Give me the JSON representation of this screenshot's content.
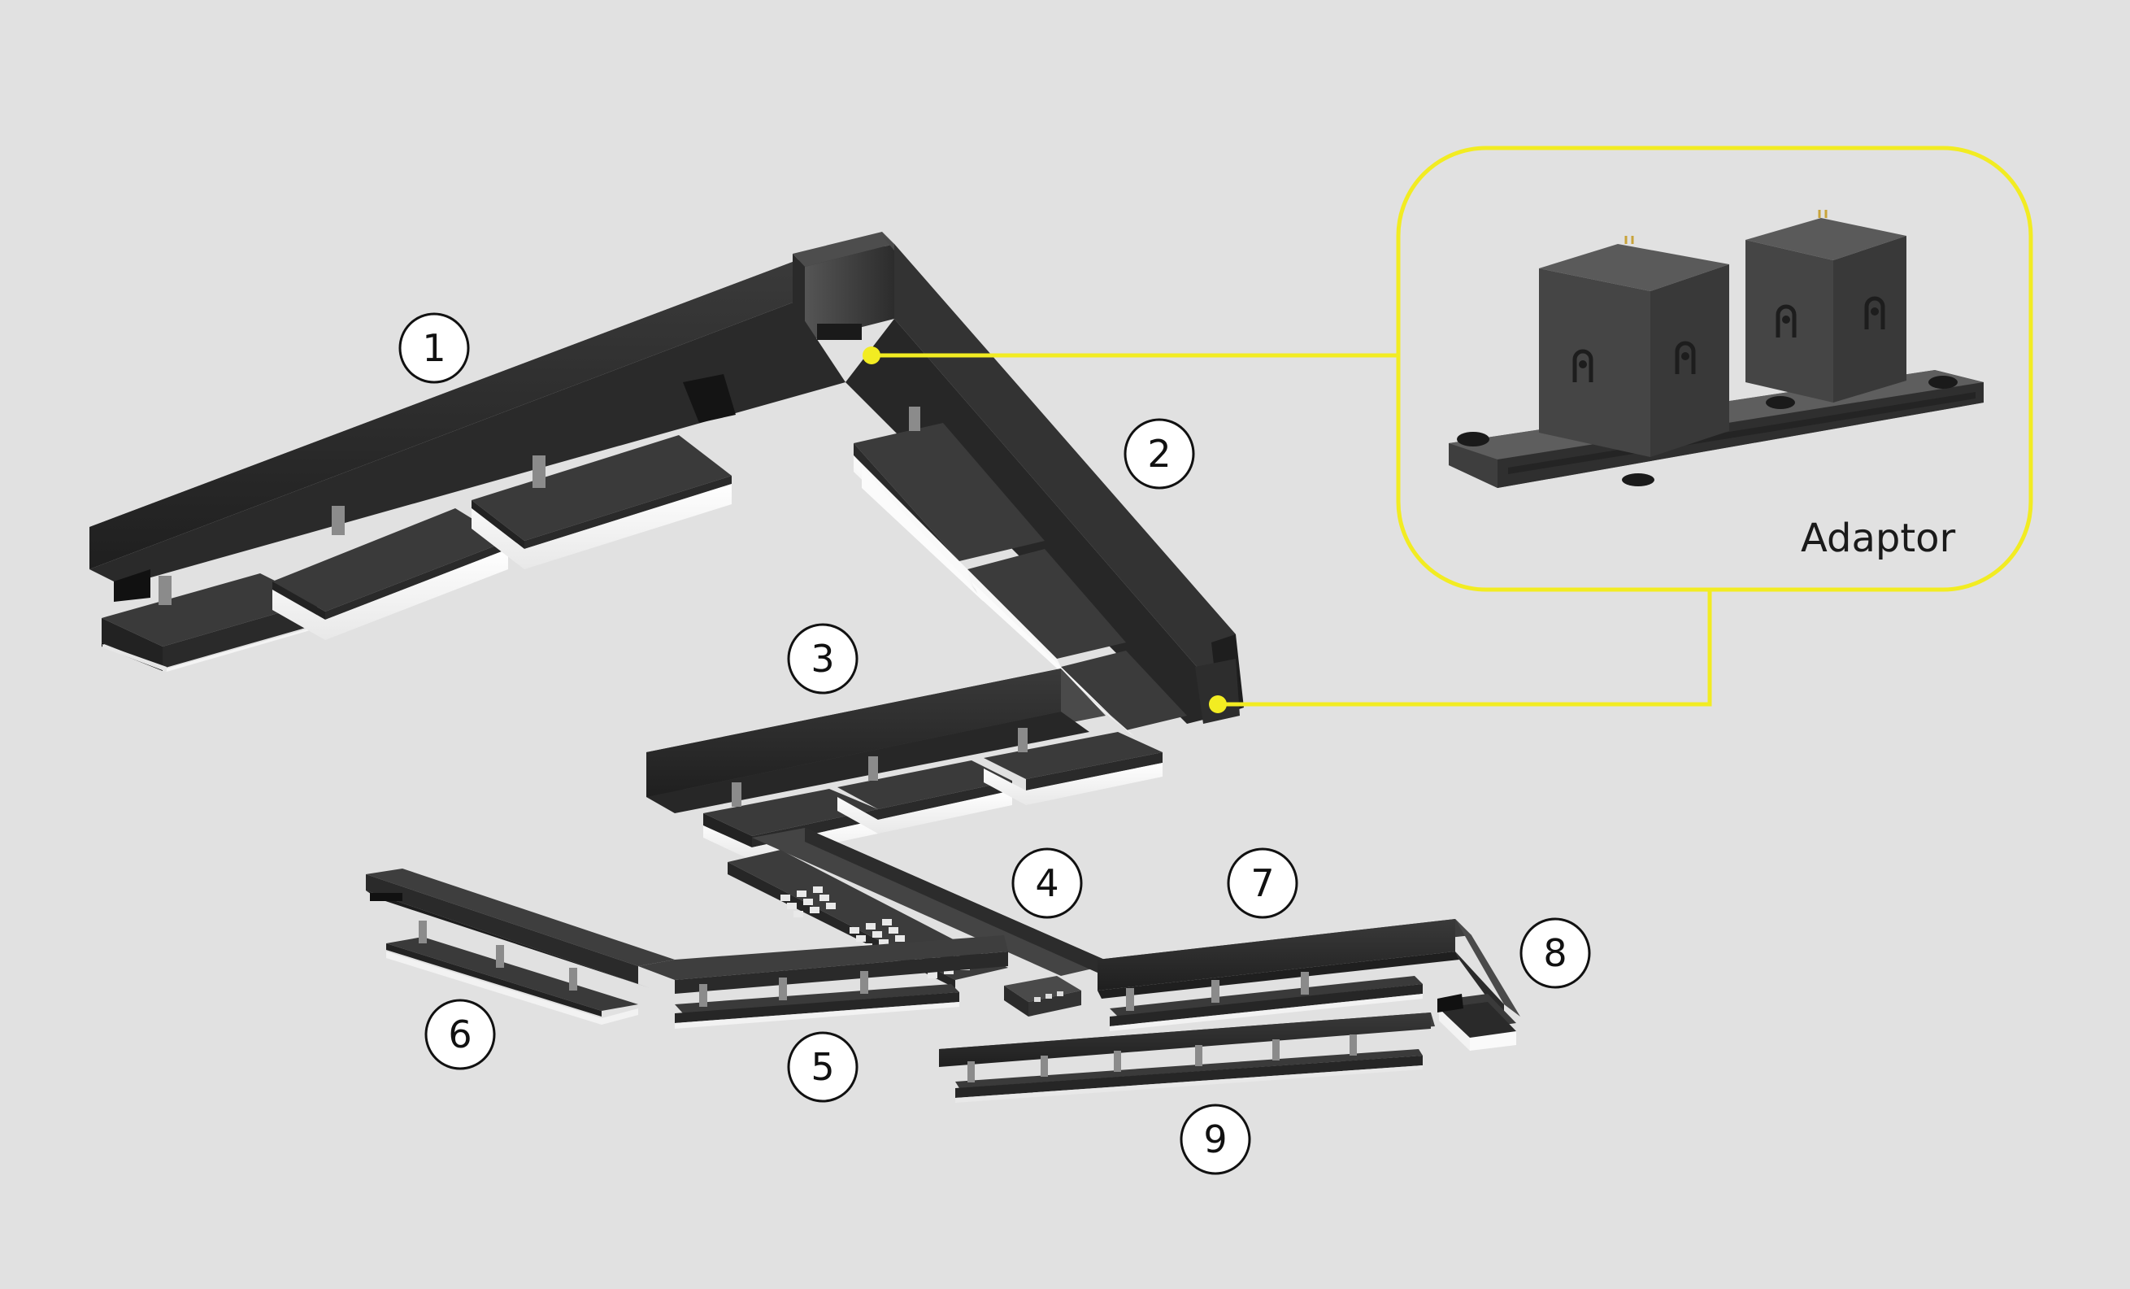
{
  "diagram": {
    "callouts": [
      "1",
      "2",
      "3",
      "4",
      "5",
      "6",
      "7",
      "8",
      "9"
    ],
    "inset_label": "Adaptor",
    "colors": {
      "background": "#e1e1e1",
      "highlight": "#f2ec22",
      "housing": "#3a3a3a",
      "housing_top": "#4a4a4a",
      "housing_side": "#222222",
      "diffuser": "#fbfbfb"
    }
  }
}
